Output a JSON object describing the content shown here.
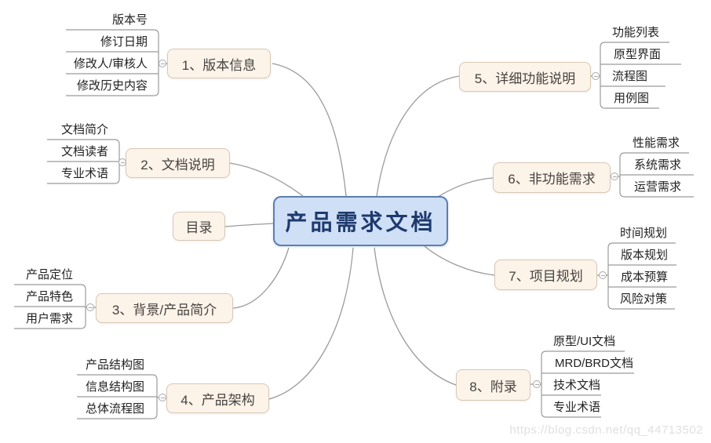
{
  "diagram": {
    "type": "mindmap",
    "center": {
      "label": "产品需求文档"
    },
    "toc": {
      "label": "目录"
    },
    "branches": [
      {
        "label": "1、版本信息",
        "children": [
          "版本号",
          "修订日期",
          "修改人/审核人",
          "修改历史内容"
        ]
      },
      {
        "label": "2、文档说明",
        "children": [
          "文档简介",
          "文档读者",
          "专业术语"
        ]
      },
      {
        "label": "3、背景/产品简介",
        "children": [
          "产品定位",
          "产品特色",
          "用户需求"
        ]
      },
      {
        "label": "4、产品架构",
        "children": [
          "产品结构图",
          "信息结构图",
          "总体流程图"
        ]
      },
      {
        "label": "5、详细功能说明",
        "children": [
          "功能列表",
          "原型界面",
          "流程图",
          "用例图"
        ]
      },
      {
        "label": "6、非功能需求",
        "children": [
          "性能需求",
          "系统需求",
          "运营需求"
        ]
      },
      {
        "label": "7、项目规划",
        "children": [
          "时间规划",
          "版本规划",
          "成本预算",
          "风险对策"
        ]
      },
      {
        "label": "8、附录",
        "children": [
          "原型/UI文档",
          "MRD/BRD文档",
          "技术文档",
          "专业术语"
        ]
      }
    ],
    "colors": {
      "center_fill": "#cfdff6",
      "center_border": "#5c7fb2",
      "center_text": "#1e3a6d",
      "branch_fill": "#fcf3e9",
      "branch_border": "#d9c8b6",
      "line": "#9b9b9b"
    }
  },
  "watermark": {
    "text": "https://blog.csdn.net/qq_44713502"
  }
}
